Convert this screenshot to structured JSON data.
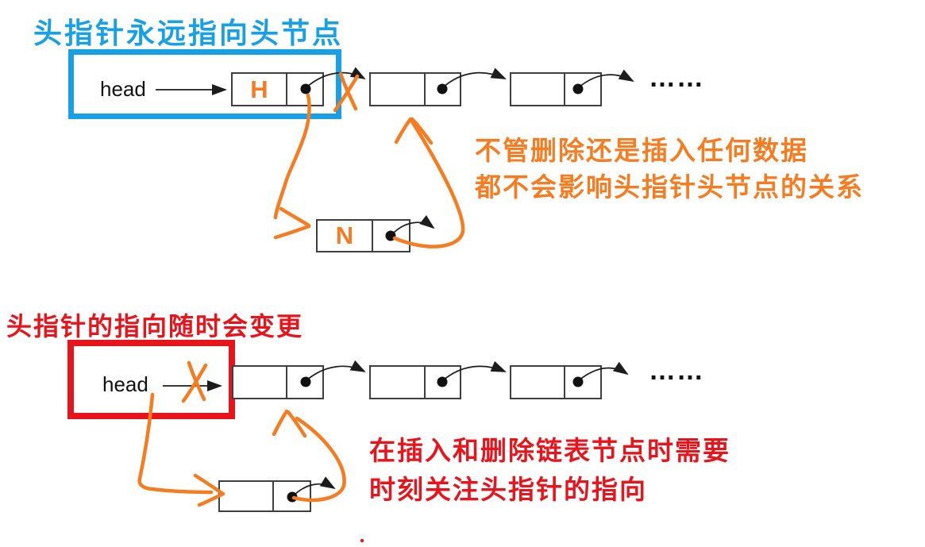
{
  "colors": {
    "blue": "#17A0E6",
    "orange": "#F57C20",
    "red": "#E8141C",
    "boxline": "#3F3F3F"
  },
  "top": {
    "title": "头指针永远指向头节点",
    "head_label": "head",
    "head_node_value": "H",
    "inserted_node_value": "N",
    "ellipsis": "……",
    "note_line1": "不管删除还是插入任何数据",
    "note_line2": "都不会影响头指针头节点的关系"
  },
  "bottom": {
    "title": "头指针的指向随时会变更",
    "head_label": "head",
    "ellipsis": "……",
    "note_line1": "在插入和删除链表节点时需要",
    "note_line2": "时刻关注头指针的指向"
  }
}
